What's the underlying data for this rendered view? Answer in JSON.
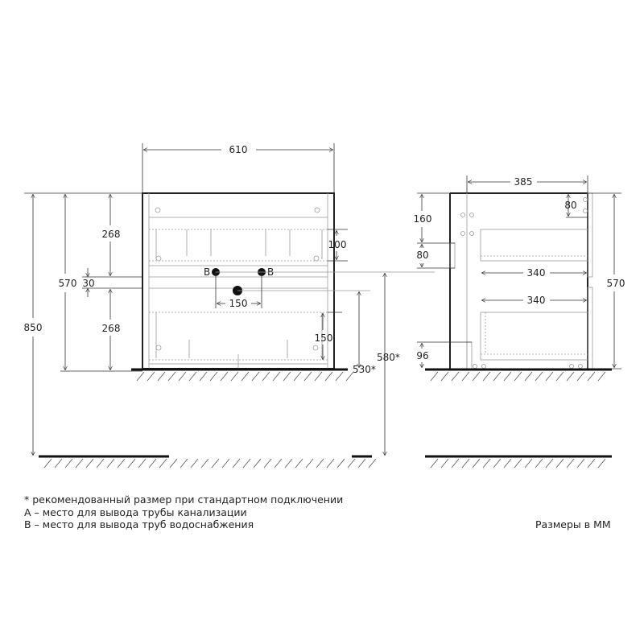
{
  "front_view": {
    "width": "610",
    "total_height": "850",
    "body_height": "570",
    "upper_drawer": "268",
    "gap": "30",
    "lower_drawer": "268",
    "upper_offset": "100",
    "lower_offset": "150",
    "pipe_spacing": "150",
    "drain_height": "530*",
    "supply_height": "580*",
    "label_b_left": "B",
    "label_b_right": "B"
  },
  "side_view": {
    "depth": "385",
    "height": "570",
    "top_offset": "160",
    "mount_height": "80",
    "top_right": "80",
    "upper_drawer_depth": "340",
    "lower_drawer_depth": "340",
    "bottom_offset": "96"
  },
  "notes": [
    "* рекомендованный размер при стандартном подключении",
    "А – место для вывода трубы канализации",
    "В – место для вывода труб водоснабжения"
  ],
  "units_note": "Размеры в ММ"
}
